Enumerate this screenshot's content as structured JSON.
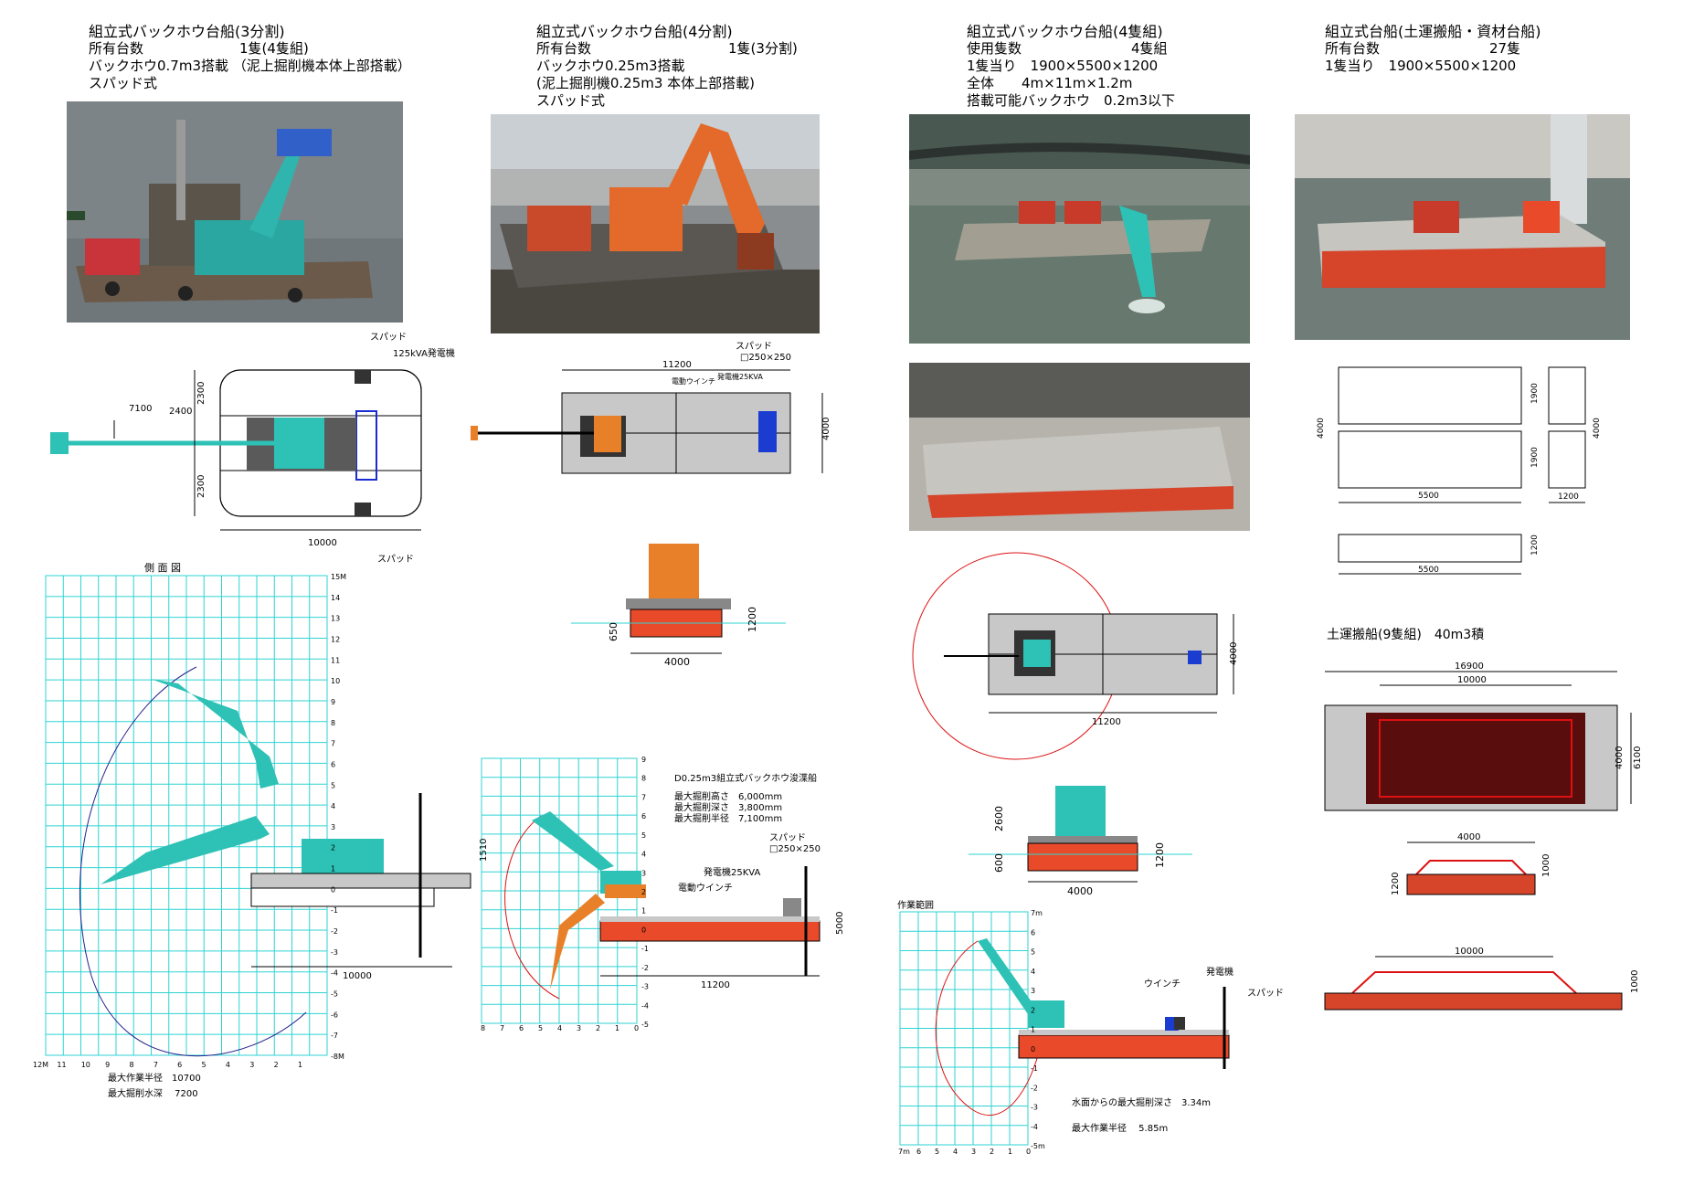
{
  "col1": {
    "title": "組立式バックホウ台船(3分割)",
    "line1": "所有台数　　　　　　　1隻(4隻組)",
    "line2": "バックホウ0.7m3搭載 （泥上掘削機本体上部搭載）",
    "line3": "スパッド式",
    "plan": {
      "spud_top": "スパッド",
      "generator": "125kVA発電機",
      "dim_reach": "7100",
      "dim_a": "2400",
      "dim_b": "2300",
      "dim_c": "2300",
      "dim_len": "10000",
      "spud_bottom": "スパッド"
    },
    "side": {
      "title": "側 面 図",
      "len": "10000",
      "ylabels": [
        "15M",
        "14",
        "13",
        "12",
        "11",
        "10",
        "9",
        "8",
        "7",
        "6",
        "5",
        "4",
        "3",
        "2",
        "1",
        "0",
        "-1",
        "-2",
        "-3",
        "-4",
        "-5",
        "-6",
        "-7",
        "-8M"
      ],
      "xlabels": [
        "12M",
        "11",
        "10",
        "9",
        "8",
        "7",
        "6",
        "5",
        "4",
        "3",
        "2",
        "1"
      ],
      "note1": "最大作業半径　10700",
      "note2": "最大掘削水深　 7200"
    }
  },
  "col2": {
    "title": "組立式バックホウ台船(4分割)",
    "line1": "所有台数　　　　　　　　　　1隻(3分割)",
    "line2": "バックホウ0.25m3搭載",
    "line3": "(泥上掘削機0.25m3 本体上部搭載)",
    "line4": "スパッド式",
    "plan": {
      "len": "11200",
      "spud": "スパッド",
      "spud_size": "□250×250",
      "winch": "電動ウインチ",
      "gen": "発電機25KVA",
      "width": "4000"
    },
    "front": {
      "h1": "1200",
      "h2": "650",
      "w": "4000"
    },
    "side": {
      "title": "D0.25m3組立式バックホウ浚渫船",
      "spec1": "最大掘削高さ　6,000mm",
      "spec2": "最大掘削深さ　3,800mm",
      "spec3": "最大掘削半径　7,100mm",
      "spud": "スパッド",
      "spud_size": "□250×250",
      "gen": "発電機25KVA",
      "winch": "電動ウインチ",
      "h": "1510",
      "len": "11200",
      "spud_len": "5000",
      "ylabels": [
        "9",
        "8",
        "7",
        "6",
        "5",
        "4",
        "3",
        "2",
        "1",
        "0",
        "-1",
        "-2",
        "-3",
        "-4",
        "-5"
      ],
      "xlabels": [
        "8",
        "7",
        "6",
        "5",
        "4",
        "3",
        "2",
        "1",
        "0"
      ]
    }
  },
  "col3": {
    "title": "組立式バックホウ台船(4隻組)",
    "line1": "使用隻数　　　　　　　　4隻組",
    "line2": "1隻当り　1900×5500×1200",
    "line3": "全体　　4m×11m×1.2m",
    "line4": "搭載可能バックホウ　0.2m3以下",
    "plan": {
      "len": "11200",
      "width": "4000"
    },
    "front": {
      "h1": "2600",
      "h2": "600",
      "h3": "1200",
      "w": "4000"
    },
    "side": {
      "title": "作業範囲",
      "winch": "ウインチ",
      "gen": "発電機",
      "spud": "スパッド",
      "note1": "水面からの最大掘削深さ　3.34m",
      "note2": "最大作業半径　 5.85m",
      "ylabels": [
        "7m",
        "6",
        "5",
        "4",
        "3",
        "2",
        "1",
        "0",
        "-1",
        "-2",
        "-3",
        "-4",
        "-5m"
      ],
      "xlabels": [
        "7m",
        "6",
        "5",
        "4",
        "3",
        "2",
        "1",
        "0"
      ]
    }
  },
  "col4": {
    "title": "組立式台船(土運搬船・資材台船)",
    "line1": "所有台数　　　　　　　　27隻",
    "line2": "1隻当り　1900×5500×1200",
    "unit": {
      "w": "5500",
      "h1": "1900",
      "h2": "1900",
      "total": "4000",
      "side_w": "1200",
      "side_total": "4000",
      "elev_w": "5500",
      "elev_h": "1200"
    },
    "barge_title": "土運搬船(9隻組)　40m3積",
    "barge": {
      "len1": "16900",
      "len2": "10000",
      "w1": "4000",
      "w2": "6100",
      "front_w": "4000",
      "front_h1": "1200",
      "front_h2": "1000",
      "side_len": "10000",
      "side_h": "1000"
    }
  }
}
